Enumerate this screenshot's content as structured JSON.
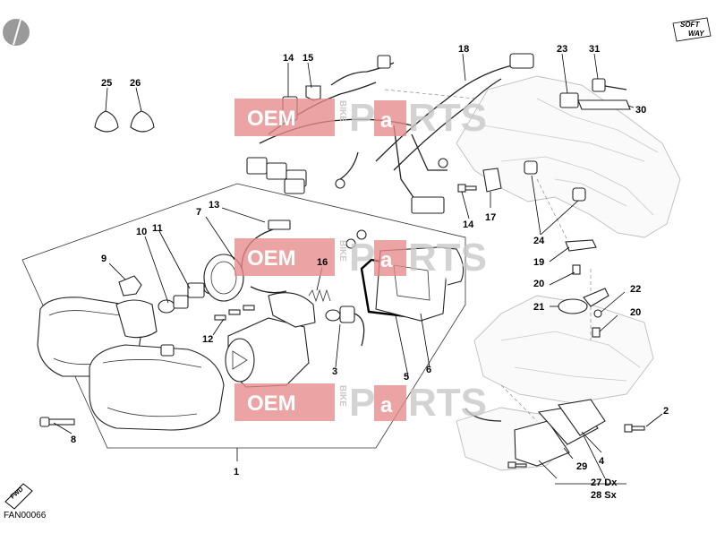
{
  "diagram": {
    "figure_code": "FAN00066",
    "brand_mark": [
      "SOFT",
      "WAY"
    ],
    "direction_marker": "FWD",
    "watermark": {
      "left": "OEM",
      "vertical": "BIKE",
      "right_a": "P",
      "right_b": "a",
      "right_c": "RTS"
    },
    "callouts": {
      "c1": "1",
      "c2": "2",
      "c3": "3",
      "c4": "4",
      "c5": "5",
      "c6": "6",
      "c7": "7",
      "c8": "8",
      "c9": "9",
      "c10": "10",
      "c11": "11",
      "c12": "12",
      "c13": "13",
      "c14a": "14",
      "c14b": "14",
      "c15": "15",
      "c16": "16",
      "c17": "17",
      "c18": "18",
      "c19": "19",
      "c20a": "20",
      "c20b": "20",
      "c21": "21",
      "c22": "22",
      "c23": "23",
      "c24": "24",
      "c25": "25",
      "c26": "26",
      "c27": "27 Dx",
      "c28": "28 Sx",
      "c29": "29",
      "c30": "30",
      "c31": "31"
    }
  }
}
